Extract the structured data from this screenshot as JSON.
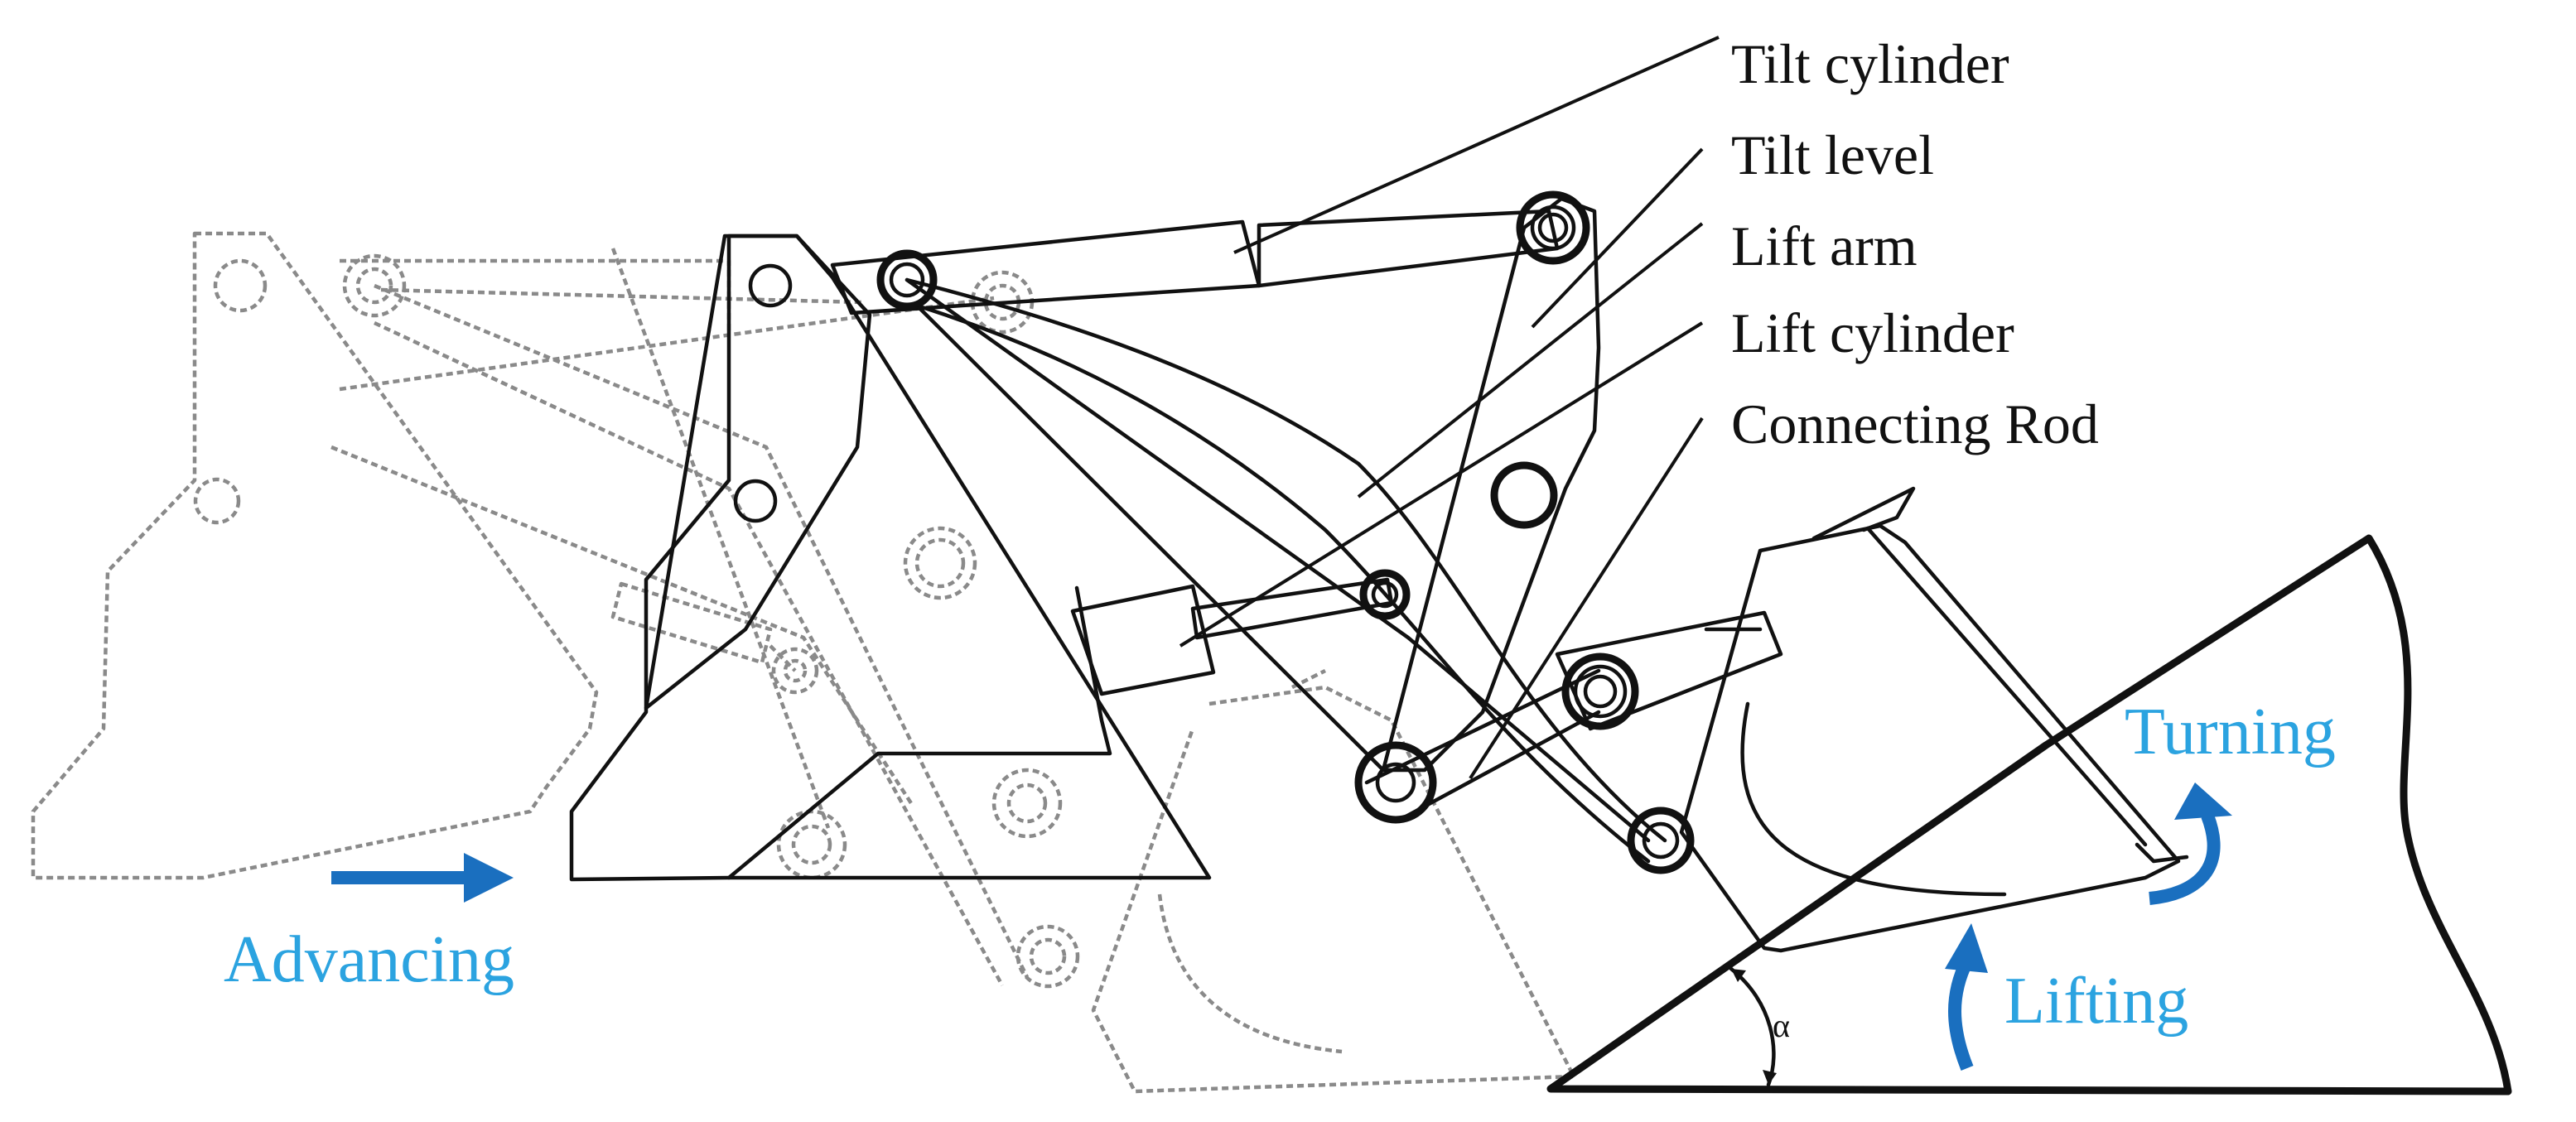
{
  "labels": {
    "tilt_cylinder": "Tilt cylinder",
    "tilt_level": "Tilt level",
    "lift_arm": "Lift arm",
    "lift_cylinder": "Lift cylinder",
    "connecting_rod": "Connecting Rod"
  },
  "motions": {
    "advancing": "Advancing",
    "turning": "Turning",
    "lifting": "Lifting"
  },
  "angle_symbol": "α",
  "colors": {
    "arrow": "#1a6fbf",
    "motion_text": "#2ba3e0",
    "ghost_line": "#8a8a8a",
    "line": "#111111"
  },
  "icons": {
    "advancing": "arrow-right-icon",
    "turning": "curved-arrow-icon",
    "lifting": "curved-arrow-up-icon"
  }
}
